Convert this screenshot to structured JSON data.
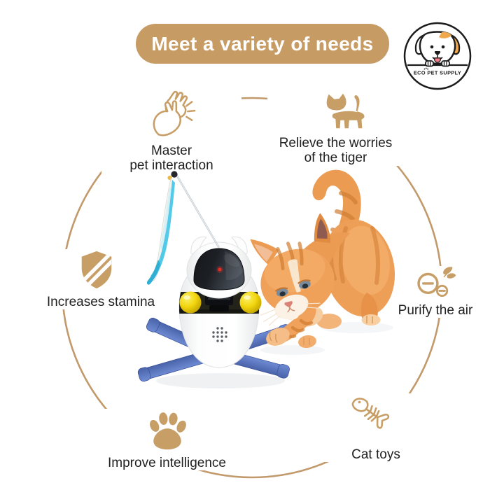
{
  "banner": {
    "title": "Meet a variety of needs",
    "bg": "#C69B64",
    "text_color": "#FFFFFF"
  },
  "logo": {
    "brand": "ECO PET SUPPLY"
  },
  "ring": {
    "color": "#C2996B"
  },
  "features": [
    {
      "name": "master-pet-interaction",
      "icon": "clapping-hands-icon",
      "label": "Master\npet interaction"
    },
    {
      "name": "relieve-the-worries",
      "icon": "cat-silhouette-icon",
      "label": "Relieve the worries\nof the tiger"
    },
    {
      "name": "increases-stamina",
      "icon": "shield-icon",
      "label": "Increases stamina"
    },
    {
      "name": "purify-the-air",
      "icon": "purify-air-icon",
      "label": "Purify the air"
    },
    {
      "name": "improve-intelligence",
      "icon": "paw-print-icon",
      "label": "Improve intelligence"
    },
    {
      "name": "cat-toys",
      "icon": "fish-skeleton-icon",
      "label": "Cat toys"
    }
  ],
  "colors": {
    "icon_tan": "#C79E66",
    "label_text": "#202020",
    "base_blue": "#5B7CC9",
    "ball_yellow": "#F2D60E",
    "ribbon_cyan": "#3FC4E6",
    "kitten_orange": "#EC9B52",
    "laser_red": "#F8271B",
    "logo_patch_orange": "#F0A84D"
  }
}
